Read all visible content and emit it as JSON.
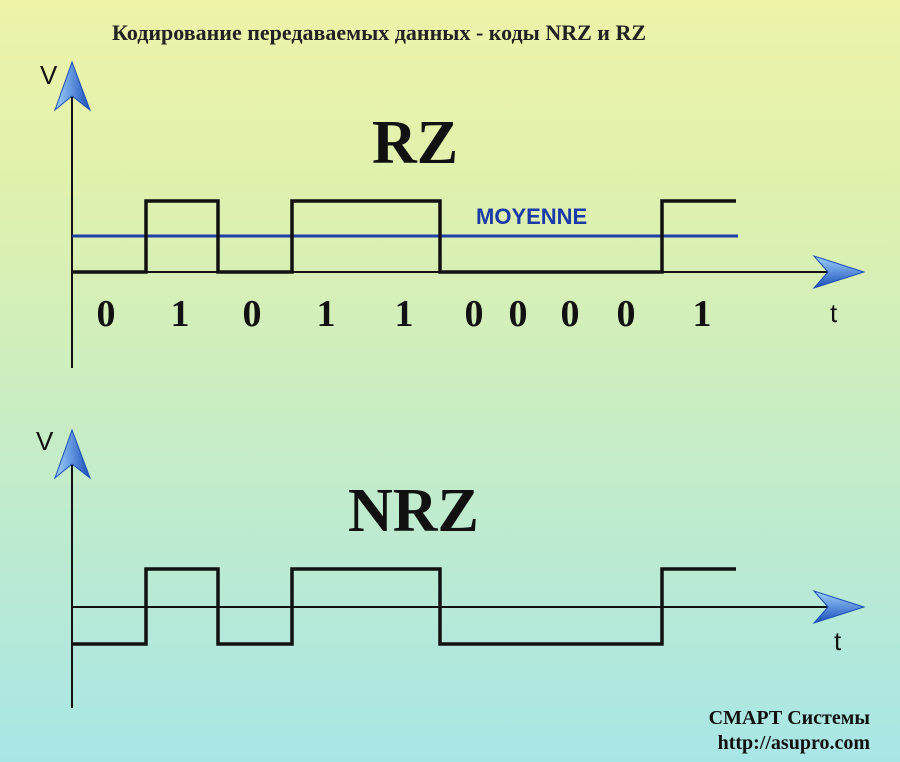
{
  "title": "Кодирование передаваемых данных - коды NRZ и RZ",
  "rz": {
    "heading": "RZ",
    "v_label": "V",
    "t_label": "t",
    "average_label": "MOYENNE",
    "bits": [
      "0",
      "1",
      "0",
      "1",
      "1",
      "0",
      "0",
      "0",
      "0",
      "1"
    ]
  },
  "nrz": {
    "heading": "NRZ",
    "v_label": "V",
    "t_label": "t"
  },
  "credit": {
    "company": "СМАРТ Системы",
    "url": "http://asupro.com"
  },
  "colors": {
    "arrow": "#1b4fb8",
    "average_line": "#1f3ea5",
    "signal": "#111111"
  },
  "icons": [
    "arrow-up-icon",
    "arrow-right-icon"
  ]
}
